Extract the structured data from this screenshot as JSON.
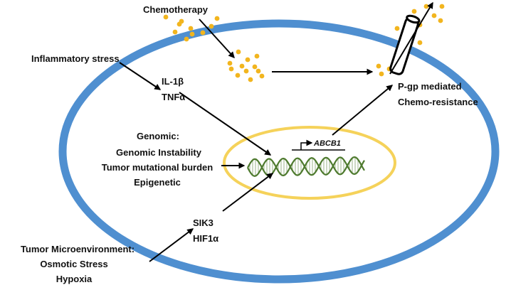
{
  "labels": {
    "chemotherapy": "Chemotherapy",
    "inflammatory_stress": "Inflammatory stress",
    "il1b": "IL-1β",
    "tnfa": "TNFα",
    "genomic_header": "Genomic:",
    "genomic_instability": "Genomic Instability",
    "tumor_mutational_burden": "Tumor mutational burden",
    "epigenetic": "Epigenetic",
    "gene": "ABCB1",
    "pgp_line1": "P-gp mediated",
    "pgp_line2": "Chemo-resistance",
    "sik3": "SIK3",
    "hif1a": "HIF1α",
    "tme_header": "Tumor Microenvironment:",
    "osmotic_stress": "Osmotic Stress",
    "hypoxia": "Hypoxia"
  },
  "colors": {
    "cell_membrane": "#4F8FD0",
    "nucleus": "#F5D25A",
    "drug_dots": "#F2B51E",
    "dna_strand": "#4E7A2E",
    "arrows": "#000000"
  },
  "icons": {
    "pump": "p-gp-efflux-pump-icon",
    "dna": "dna-double-helix-icon"
  }
}
